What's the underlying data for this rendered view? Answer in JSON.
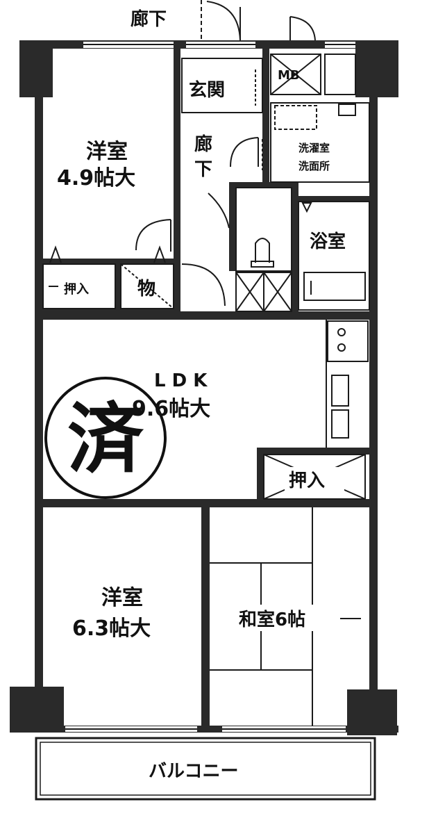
{
  "labels": {
    "corridor_outside": "廊下",
    "entrance": "玄関",
    "meter_box": "MB",
    "corridor_inner_1": "廊",
    "corridor_inner_2": "下",
    "laundry_1": "洗濯室",
    "laundry_2": "洗面所",
    "bath": "浴室",
    "western_room_1_name": "洋室",
    "western_room_1_size": "4.9帖大",
    "closet_1": "押入",
    "storage": "物",
    "ldk_name": "L D K",
    "ldk_size": "9.6帖大",
    "stamp": "済",
    "closet_2": "押入",
    "western_room_2_name": "洋室",
    "western_room_2_size": "6.3帖大",
    "japanese_room": "和室6帖",
    "balcony": "バルコニー"
  },
  "colors": {
    "wall": "#2a2a2a",
    "line": "#1a1a1a",
    "background": "#ffffff"
  }
}
